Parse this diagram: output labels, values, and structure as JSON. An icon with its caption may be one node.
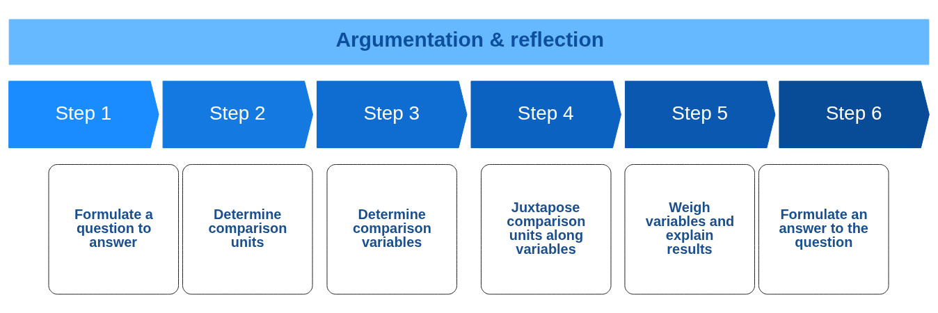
{
  "diagram": {
    "nodes": [
      {
        "text": [
          "Argumentation & reflection"
        ]
      },
      {
        "text": [
          "Step 1"
        ]
      },
      {
        "text": [
          "Step 2"
        ]
      },
      {
        "text": [
          "Step 3"
        ]
      },
      {
        "text": [
          "Step 4"
        ]
      },
      {
        "text": [
          "Step 5"
        ]
      },
      {
        "text": [
          "Step 6"
        ]
      },
      {
        "text": [
          "Formulate a question to answer"
        ]
      },
      {
        "text": [
          "Determine comparison units"
        ]
      },
      {
        "text": [
          "Determine comparison variables"
        ]
      },
      {
        "text": [
          "Juxtapose comparison units along variables"
        ]
      },
      {
        "text": [
          "Weigh variables and explain results"
        ]
      },
      {
        "text": [
          "Formulate an answer to the question"
        ]
      }
    ],
    "edges": []
  }
}
